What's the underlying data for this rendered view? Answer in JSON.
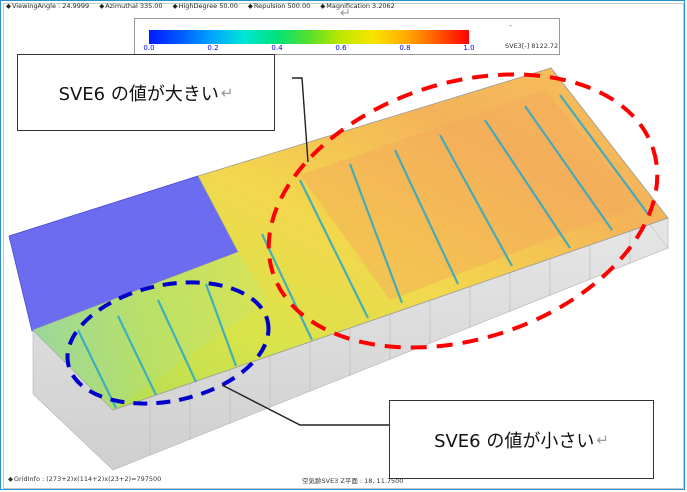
{
  "viewer": {
    "params": [
      "ViewingAngle : 24.9999",
      "Azimuthal 335.00",
      "HighDegree 50.00",
      "Repulsion 500.00",
      "Magnification 3.2062"
    ],
    "enter_mark": "↵"
  },
  "legend": {
    "ticks": [
      "0.0",
      "0.2",
      "0.4",
      "0.6",
      "0.8",
      "1.0"
    ],
    "tick_values": [
      0.0,
      0.2,
      0.4,
      0.6,
      0.8,
      1.0
    ],
    "range": [
      0.0,
      1.0
    ],
    "unit_label": "SVE3[-]  8122.72",
    "dash": "-",
    "colors": [
      "#0019ff",
      "#00a8ff",
      "#00e27a",
      "#bfe600",
      "#ffae00",
      "#ff0000"
    ]
  },
  "annotations": {
    "large_label": "SVE6 の値が大きい",
    "small_label": "SVE6 の値が小さい",
    "return_mark": "↵",
    "large_region_color": "#ff0000",
    "small_region_color": "#0000cc"
  },
  "status": {
    "grid_info": "GridInfo : (273+2)x(114+2)x(23+2)=797500",
    "plane_info": "空気齢SVE3 Z平面 : 18,   11.7500"
  }
}
